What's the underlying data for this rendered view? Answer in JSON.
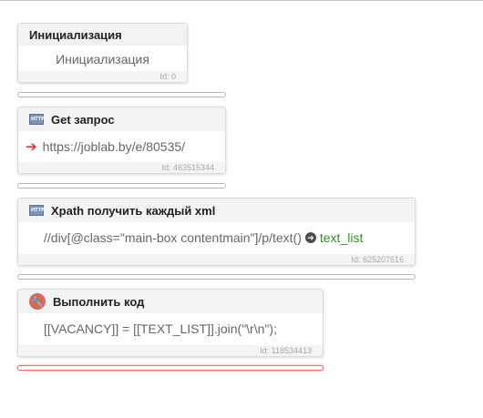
{
  "blocks": [
    {
      "title": "Инициализация",
      "body": "Инициализация",
      "id": "Id: 0"
    },
    {
      "title": "Get запрос",
      "icon": "http-icon",
      "body": "https://joblab.by/e/80535/",
      "id": "Id: 463515344"
    },
    {
      "title": "Xpath получить каждый xml",
      "icon": "http-icon",
      "body": "//div[@class=\"main-box contentmain\"]/p/text()",
      "output_var": "text_list",
      "id": "Id: 625207616"
    },
    {
      "title": "Выполнить код",
      "icon": "wrench-icon",
      "body": "[[VACANCY]] = [[TEXT_LIST]].join(\"\\r\\n\");",
      "id": "Id: 118534413"
    }
  ],
  "colors": {
    "output_var": "#3a8a2e",
    "active_connector": "#f06a6a",
    "arrow": "#d83a3a"
  }
}
